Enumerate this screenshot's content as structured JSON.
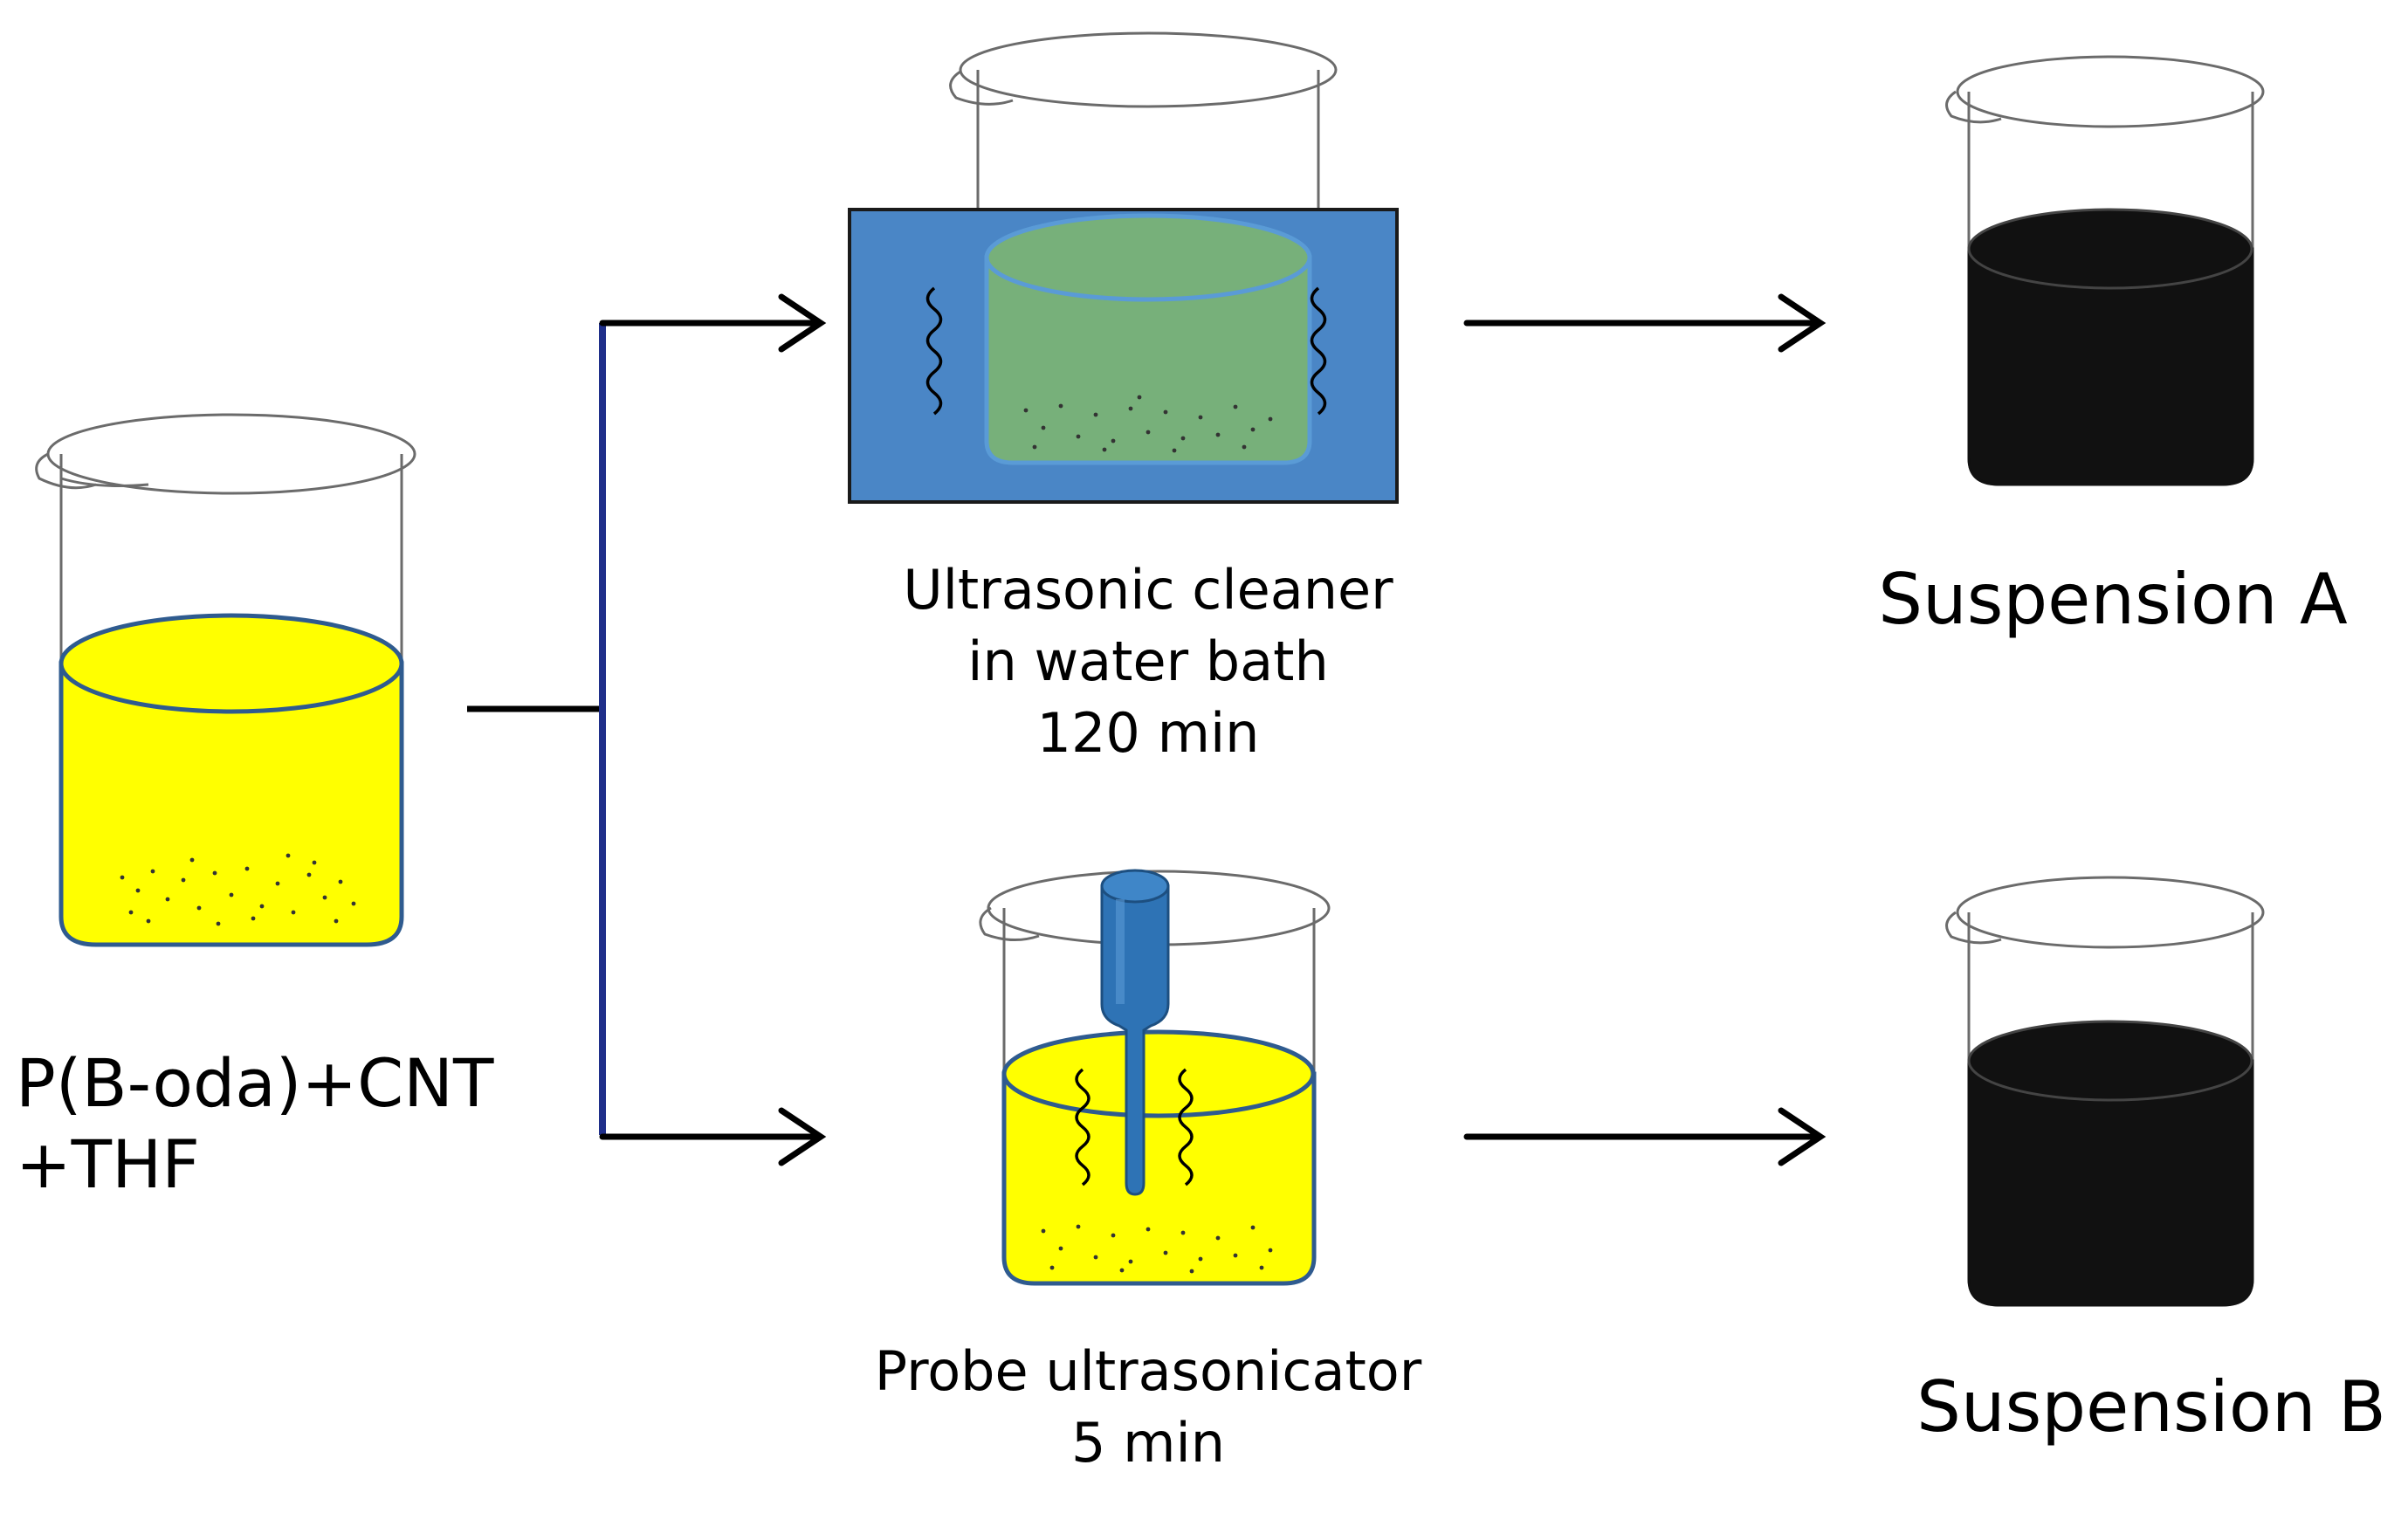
{
  "start": {
    "lines": [
      "P(B-oda)+CNT",
      "+THF"
    ]
  },
  "bath": {
    "lines": [
      "Ultrasonic cleaner",
      "in water bath",
      "120 min"
    ]
  },
  "probe": {
    "lines": [
      "Probe ultrasonicator",
      "5 min"
    ]
  },
  "suspension_a": {
    "label": "Suspension A"
  },
  "suspension_b": {
    "label": "Suspension B"
  },
  "colors": {
    "yellow_liquid": "#ffff00",
    "green_liquid": "#77b07a",
    "water_bath": "#4a86c6",
    "black_liquid": "#111111",
    "probe": "#2e73b5",
    "branch_line": "#1f2f8a",
    "outline": "#2f5b8f"
  }
}
